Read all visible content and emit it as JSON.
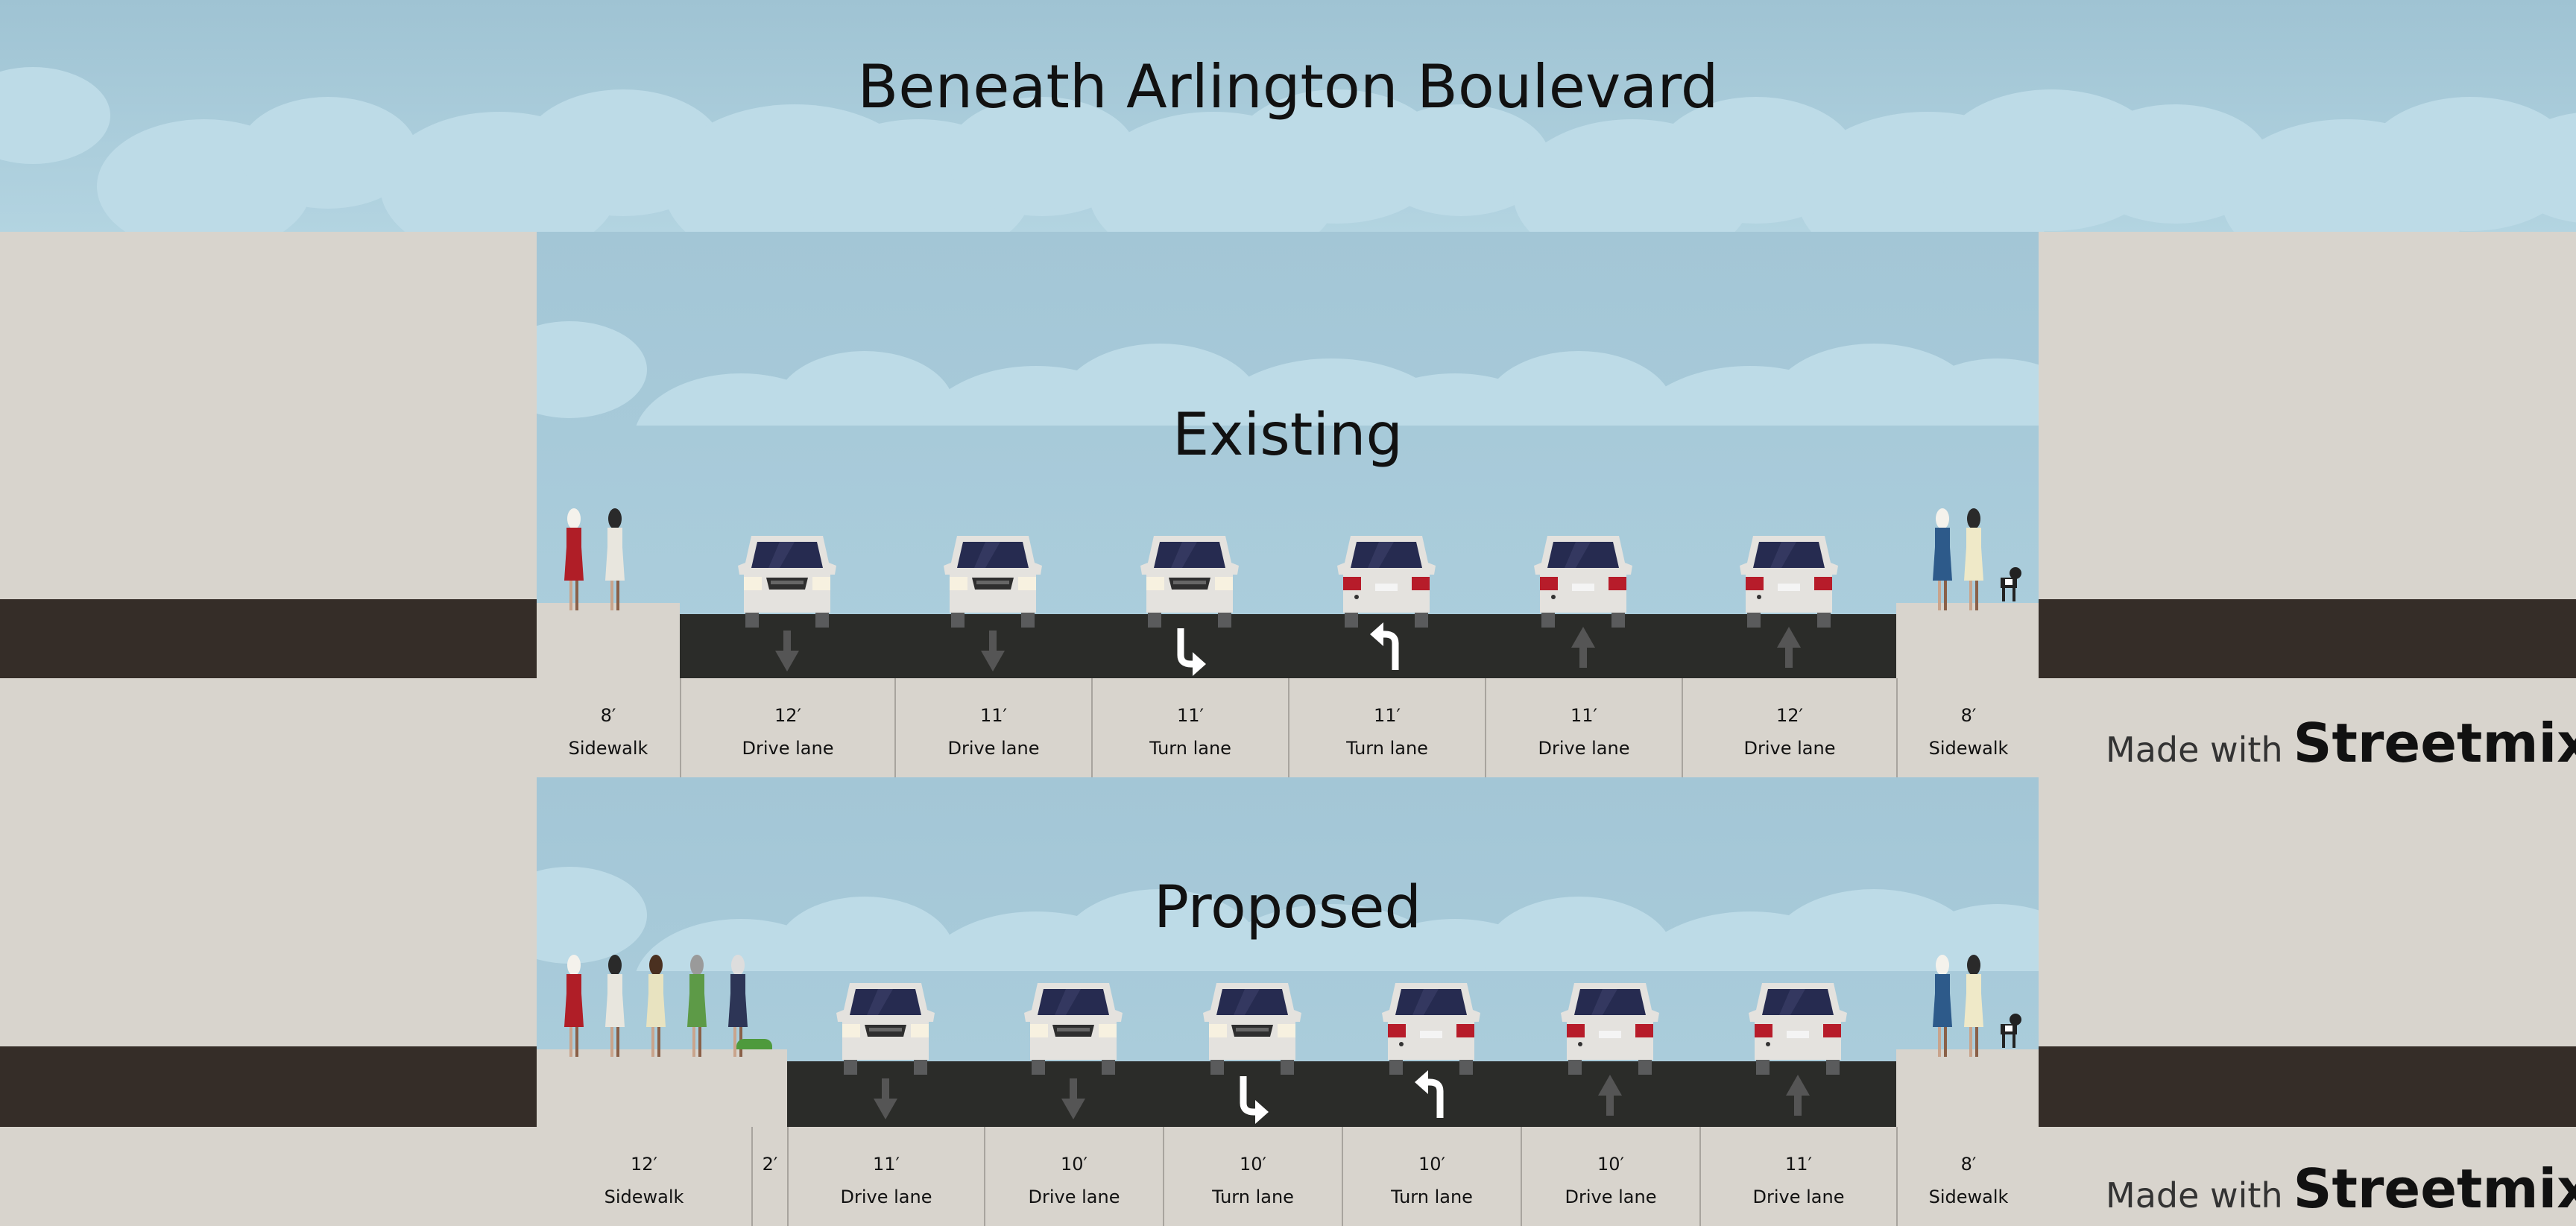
{
  "title": "Beneath Arlington Boulevard",
  "colors": {
    "sky": "#a9ccdb",
    "ground": "#d8d4cd",
    "asphalt": "#2b2c29",
    "band": "#352d28"
  },
  "sections": [
    {
      "heading": "Existing",
      "segments": [
        {
          "type": "sidewalk",
          "width": "8′",
          "feet": 8,
          "label": "Sidewalk",
          "people": 2,
          "side": "left"
        },
        {
          "type": "drive-lane",
          "width": "12′",
          "feet": 12,
          "label": "Drive lane",
          "direction": "down"
        },
        {
          "type": "drive-lane",
          "width": "11′",
          "feet": 11,
          "label": "Drive lane",
          "direction": "down"
        },
        {
          "type": "turn-lane",
          "width": "11′",
          "feet": 11,
          "label": "Turn lane",
          "direction": "down-turn"
        },
        {
          "type": "turn-lane",
          "width": "11′",
          "feet": 11,
          "label": "Turn lane",
          "direction": "up-turn"
        },
        {
          "type": "drive-lane",
          "width": "11′",
          "feet": 11,
          "label": "Drive lane",
          "direction": "up"
        },
        {
          "type": "drive-lane",
          "width": "12′",
          "feet": 12,
          "label": "Drive lane",
          "direction": "up"
        },
        {
          "type": "sidewalk",
          "width": "8′",
          "feet": 8,
          "label": "Sidewalk",
          "people": 2,
          "side": "right"
        }
      ],
      "credit": {
        "prefix": "Made with",
        "brand": "Streetmix"
      }
    },
    {
      "heading": "Proposed",
      "segments": [
        {
          "type": "sidewalk",
          "width": "12′",
          "feet": 12,
          "label": "Sidewalk",
          "people": 5,
          "side": "left"
        },
        {
          "type": "planter",
          "width": "2′",
          "feet": 2,
          "label": ""
        },
        {
          "type": "drive-lane",
          "width": "11′",
          "feet": 11,
          "label": "Drive lane",
          "direction": "down"
        },
        {
          "type": "drive-lane",
          "width": "10′",
          "feet": 10,
          "label": "Drive lane",
          "direction": "down"
        },
        {
          "type": "turn-lane",
          "width": "10′",
          "feet": 10,
          "label": "Turn lane",
          "direction": "down-turn"
        },
        {
          "type": "turn-lane",
          "width": "10′",
          "feet": 10,
          "label": "Turn lane",
          "direction": "up-turn"
        },
        {
          "type": "drive-lane",
          "width": "10′",
          "feet": 10,
          "label": "Drive lane",
          "direction": "up"
        },
        {
          "type": "drive-lane",
          "width": "11′",
          "feet": 11,
          "label": "Drive lane",
          "direction": "up"
        },
        {
          "type": "sidewalk",
          "width": "8′",
          "feet": 8,
          "label": "Sidewalk",
          "people": 2,
          "side": "right"
        }
      ],
      "credit": {
        "prefix": "Made with",
        "brand": "Streetmix"
      }
    }
  ]
}
